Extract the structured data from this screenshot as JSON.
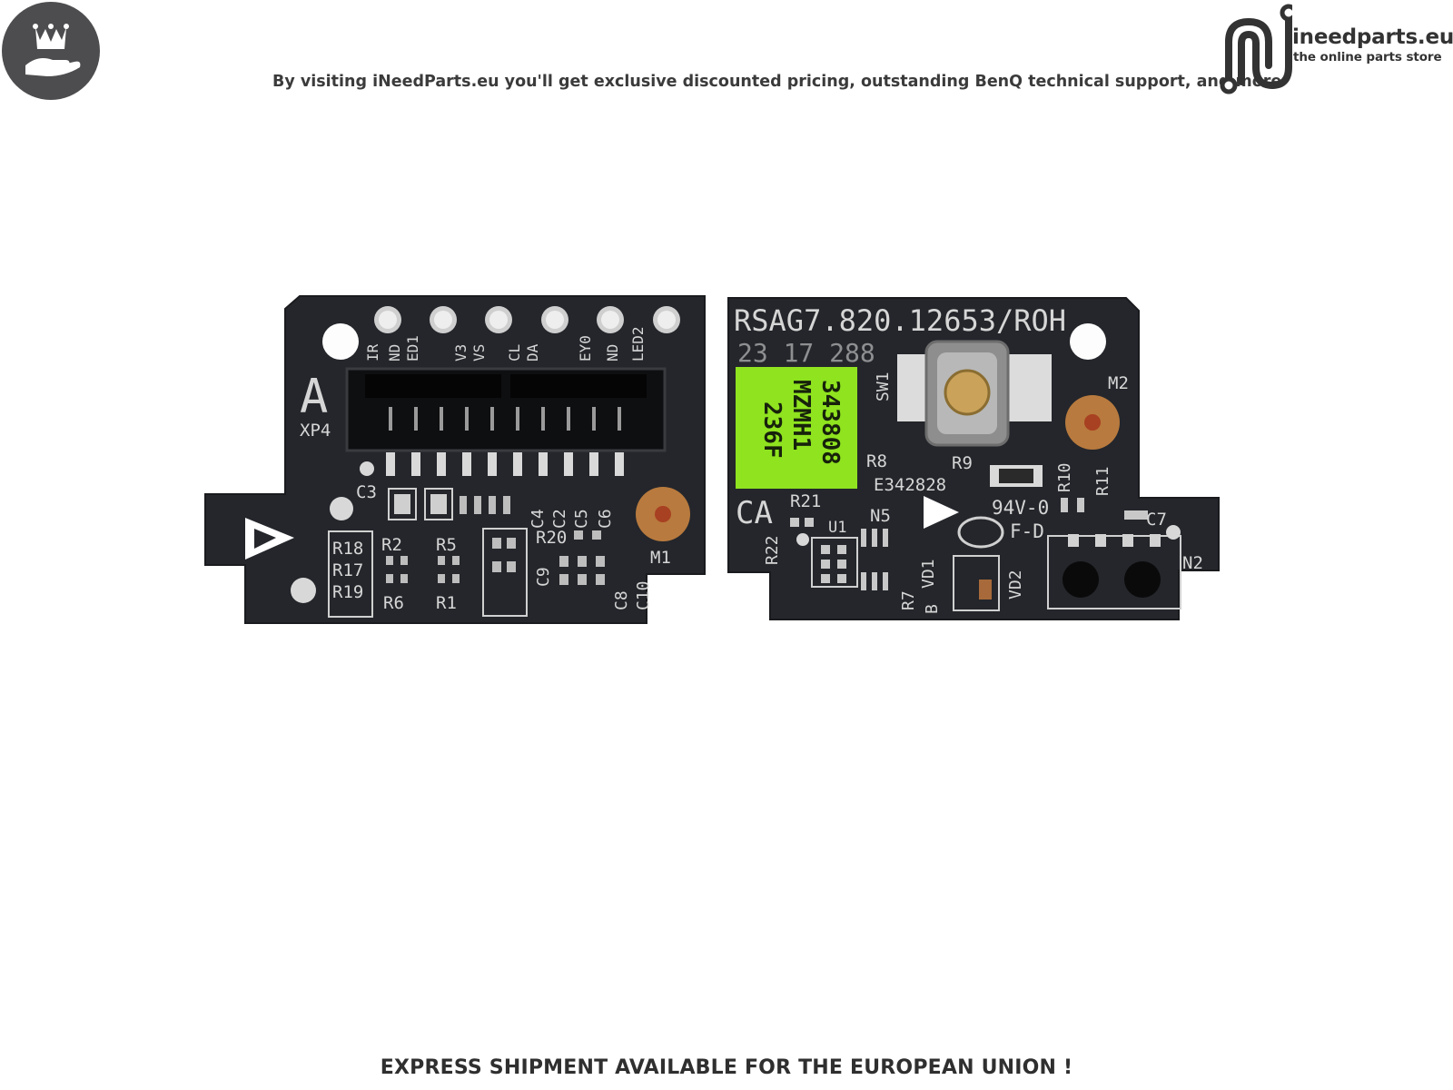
{
  "header": {
    "tagline": "By visiting iNeedParts.eu you'll get exclusive discounted pricing, outstanding BenQ technical support, and more",
    "logo": {
      "name": "ineedparts.eu",
      "subtitle": "the online parts store",
      "icon": "circuit-n-icon"
    },
    "badge_icon": "crown-hand-icon"
  },
  "product": {
    "left_board": {
      "labels": [
        "IR",
        "ND",
        "ED1",
        "V3",
        "VS",
        "CL",
        "DA",
        "EY0",
        "ND",
        "LED2",
        "A",
        "XP4",
        "C3",
        "C4",
        "C2",
        "C5",
        "C6",
        "R20",
        "R18",
        "R17",
        "R19",
        "R2",
        "R5",
        "R6",
        "R1",
        "C9",
        "C8",
        "C10",
        "M1"
      ]
    },
    "right_board": {
      "part_number": "RSAG7.820.12653/ROH",
      "date_code": "23 17 288",
      "sticker_lines": [
        "343808",
        "MZMH1",
        "236F"
      ],
      "labels": [
        "SW1",
        "M2",
        "R8",
        "R9",
        "R10",
        "R11",
        "E342828",
        "CA",
        "R21",
        "R22",
        "U1",
        "N5",
        "94V-0",
        "F-D",
        "C7",
        "N2",
        "VD1",
        "VD2",
        "R7",
        "B"
      ],
      "sticker_color": "#8fe31f"
    }
  },
  "footer": {
    "text": "EXPRESS SHIPMENT AVAILABLE FOR THE EUROPEAN UNION !"
  }
}
